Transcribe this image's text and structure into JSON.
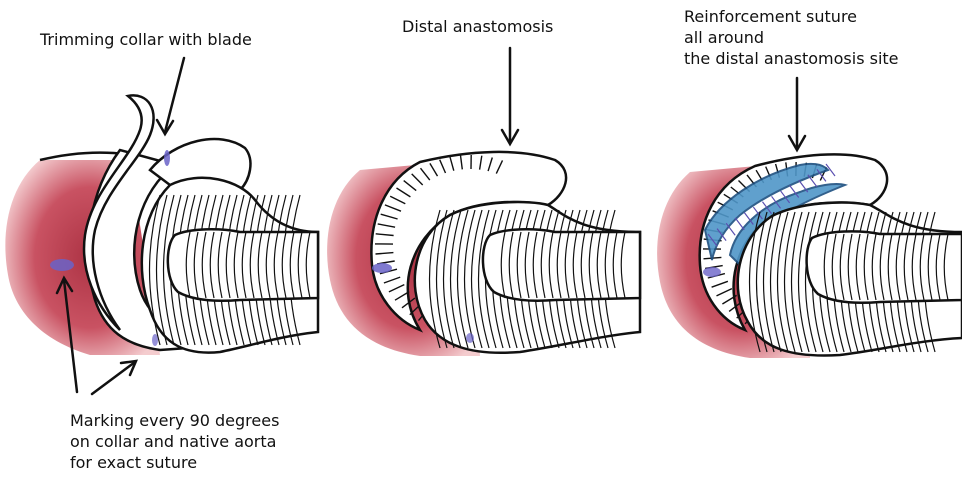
{
  "labels": {
    "trimming": "Trimming collar with blade",
    "distal": "Distal anastomosis",
    "reinforcement": [
      "Reinforcement suture",
      "all around",
      "the distal anastomosis site"
    ],
    "marking": [
      "Marking every 90 degrees",
      "on collar and native aorta",
      "for exact suture"
    ]
  },
  "colors": {
    "aorta": "#c2404f",
    "aorta_light": "#e49aa0",
    "outline": "#111111",
    "graft_fill": "#ffffff",
    "mark": "#6a63c8",
    "suture": "#4f96c8",
    "suture_dark": "#1c4f80",
    "stitch": "#5a4fb0"
  }
}
